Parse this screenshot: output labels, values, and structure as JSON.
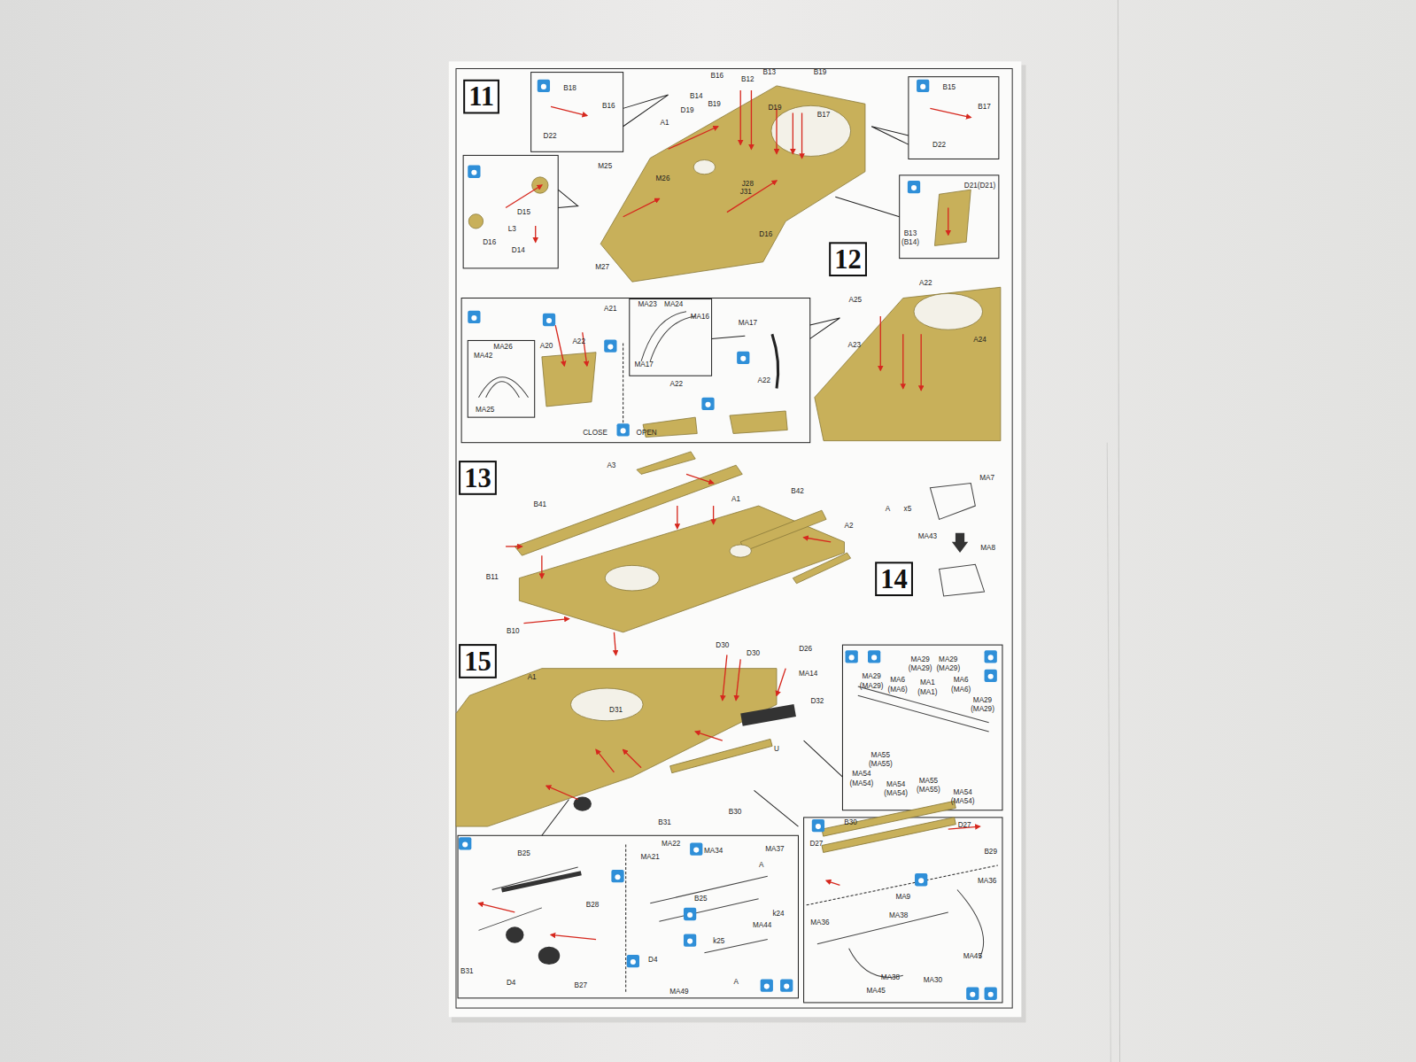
{
  "diagram": {
    "nodes": [
      {
        "text": [
          "11"
        ]
      },
      {
        "text": [
          "12"
        ]
      },
      {
        "text": [
          "13"
        ]
      },
      {
        "text": [
          "14"
        ]
      },
      {
        "text": [
          "15"
        ]
      }
    ],
    "labels": [
      "B18",
      "B16",
      "D22",
      "B16",
      "B13",
      "B19",
      "B12",
      "B14",
      "B19",
      "D19",
      "D19",
      "B17",
      "A1",
      "M25",
      "M26",
      "J28",
      "J31",
      "D16",
      "M27",
      "B15",
      "B17",
      "D22",
      "D21(D21)",
      "B13",
      "(B14)",
      "D15",
      "L3",
      "D16",
      "D14",
      "A22",
      "A25",
      "A24",
      "A23",
      "MA26",
      "MA42",
      "MA25",
      "A21",
      "A20",
      "A22",
      "MA23",
      "MA24",
      "MA16",
      "MA17",
      "MA17",
      "A22",
      "A22",
      "CLOSE",
      "OPEN",
      "A3",
      "B41",
      "A1",
      "B42",
      "A2",
      "B11",
      "B10",
      "MA7",
      "MA43",
      "MA8",
      "x5",
      "A",
      "D30",
      "D30",
      "D26",
      "MA14",
      "D32",
      "A1",
      "D31",
      "U",
      "B31",
      "B30",
      "MA29",
      "(MA29)",
      "MA29",
      "(MA29)",
      "MA29",
      "(MA29)",
      "MA6",
      "(MA6)",
      "MA1",
      "(MA1)",
      "MA6",
      "(MA6)",
      "MA29",
      "(MA29)",
      "MA55",
      "(MA55)",
      "MA54",
      "(MA54)",
      "MA54",
      "(MA54)",
      "MA55",
      "(MA55)",
      "MA54",
      "(MA54)",
      "B25",
      "B28",
      "B31",
      "D4",
      "B27",
      "MA22",
      "MA21",
      "MA34",
      "MA37",
      "B25",
      "MA44",
      "k24",
      "D4",
      "k25",
      "MA49",
      "A",
      "A",
      "B30",
      "D27",
      "D27",
      "B29",
      "MA36",
      "MA9",
      "MA38",
      "MA36",
      "MA45",
      "MA38",
      "MA30",
      "MA45"
    ]
  }
}
